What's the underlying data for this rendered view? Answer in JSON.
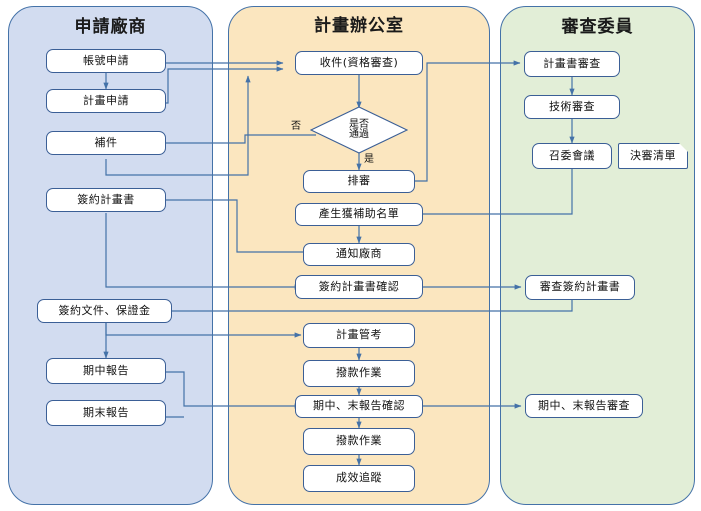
{
  "lanes": [
    {
      "id": "applicant",
      "title": "申請廠商",
      "color": "#d2dcf0"
    },
    {
      "id": "office",
      "title": "計畫辦公室",
      "color": "#fbe6bf"
    },
    {
      "id": "review",
      "title": "審查委員",
      "color": "#e2eed7"
    }
  ],
  "applicant": {
    "nodes": [
      {
        "label": "帳號申請"
      },
      {
        "label": "計畫申請"
      },
      {
        "label": "補件"
      },
      {
        "label": "簽約計畫書"
      },
      {
        "label": "簽約文件、保證金"
      },
      {
        "label": "期中報告"
      },
      {
        "label": "期末報告"
      }
    ]
  },
  "office": {
    "nodes": [
      {
        "label": "收件(資格審查)"
      },
      {
        "label": "排審"
      },
      {
        "label": "產生獲補助名單"
      },
      {
        "label": "通知廠商"
      },
      {
        "label": "簽約計畫書確認"
      },
      {
        "label": "計畫管考"
      },
      {
        "label": "撥款作業"
      },
      {
        "label": "期中、末報告確認"
      },
      {
        "label": "撥款作業"
      },
      {
        "label": "成效追蹤"
      }
    ],
    "decision": {
      "label_line1": "是否",
      "label_line2": "通過"
    },
    "decision_no": "否",
    "decision_yes": "是"
  },
  "review": {
    "nodes": [
      {
        "label": "計畫書審查"
      },
      {
        "label": "技術審查"
      },
      {
        "label": "召委會議"
      },
      {
        "label": "決審清單"
      },
      {
        "label": "審查簽約計畫書"
      },
      {
        "label": "期中、末報告審查"
      }
    ]
  },
  "colors": {
    "connector": "#4472a8",
    "node_border": "#3b5f96",
    "lane_border": "#4472a8",
    "node_fill": "#ffffff"
  }
}
